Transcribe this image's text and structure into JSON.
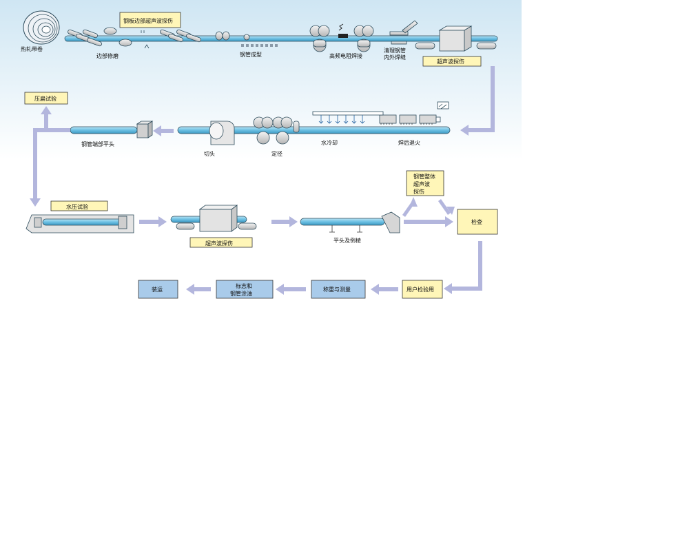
{
  "colors": {
    "background_gradient_top": "#cfe6f3",
    "background_gradient_bottom": "#ffffff",
    "pipe": "#7cc6e6",
    "pipe_outline": "#2b4a5a",
    "flow_arrow": "#b3b6dd",
    "label_box": "#fff6b8",
    "label_box_outline": "#333333",
    "blue_box": "#a9cbea"
  },
  "row1": {
    "hot_rolled_coil": "热轧带卷",
    "edge_trimming": "边部修磨",
    "plate_edge_ut_box": "钢板边部超声波探伤",
    "pipe_forming": "钢管成型",
    "hf_erw_welding": "高频电阻焊接",
    "clean_weld_line1": "清理钢管",
    "clean_weld_line2": "内外焊缝",
    "ut_box": "超声波探伤"
  },
  "row2": {
    "flattening_test_box": "压扁试验",
    "pipe_end_facing": "钢管端部平头",
    "cutting": "切头",
    "sizing": "定径",
    "water_cooling": "水冷却",
    "post_weld_annealing": "焊后退火"
  },
  "row3": {
    "hydro_test_box": "水压试验",
    "ut_box": "超声波探伤",
    "facing_beveling": "平头及倒棱",
    "full_body_ut_line1": "钢管整体",
    "full_body_ut_line2": "超声波",
    "full_body_ut_line3": "探伤",
    "inspection_box": "检查"
  },
  "row4": {
    "shipping_box": "装运",
    "marking_line1": "标志和",
    "marking_line2": "钢管涂油",
    "weighing_box": "称重与测量",
    "user_inspection_box": "用户检验用"
  }
}
